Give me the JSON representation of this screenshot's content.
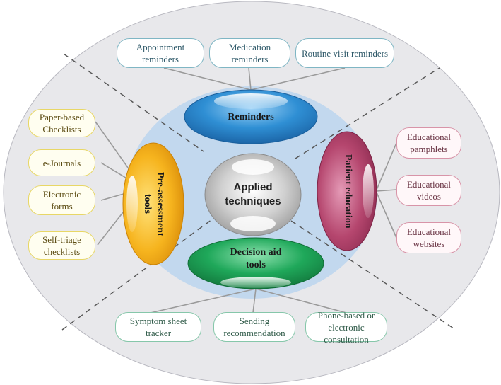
{
  "center": {
    "label": "Applied\ntechniques"
  },
  "hubs": {
    "reminders": {
      "label": "Reminders",
      "color": "#2f8fd4"
    },
    "pre_assessment": {
      "label": "Pre-assessment\ntools",
      "color": "#f6b41e"
    },
    "patient_education": {
      "label": "Patient education",
      "color": "#b5466e"
    },
    "decision_aid": {
      "label": "Decision aid\ntools",
      "color": "#1fa85a"
    }
  },
  "reminders": [
    "Appointment\nreminders",
    "Medication\nreminders",
    "Routine visit reminders"
  ],
  "pre_assessment": [
    "Paper-based\nChecklists",
    "e-Journals",
    "Electronic\nforms",
    "Self-triage\nchecklists"
  ],
  "patient_education": [
    "Educational\npamphlets",
    "Educational\nvideos",
    "Educational\nwebsites"
  ],
  "decision_aid": [
    "Symptom sheet\ntracker",
    "Sending\nrecommendation",
    "Phone-based or\nelectronic consultation"
  ]
}
